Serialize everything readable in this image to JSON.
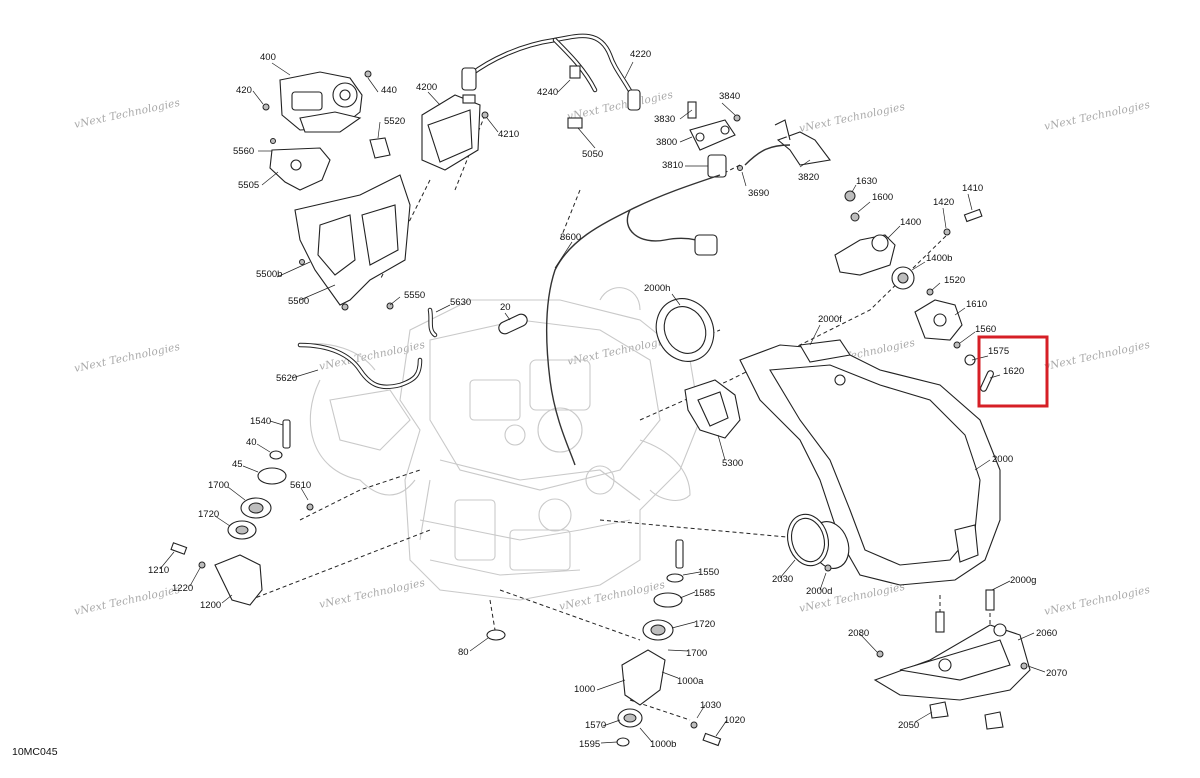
{
  "diagram": {
    "drawing_code": "10MC045",
    "watermark": "vNext Technologies",
    "highlight_color": "#d61f26",
    "callouts": [
      {
        "id": "400",
        "label": "400"
      },
      {
        "id": "420",
        "label": "420"
      },
      {
        "id": "440",
        "label": "440"
      },
      {
        "id": "5520",
        "label": "5520"
      },
      {
        "id": "5560",
        "label": "5560"
      },
      {
        "id": "5505",
        "label": "5505"
      },
      {
        "id": "5500b",
        "label": "5500b"
      },
      {
        "id": "5500",
        "label": "5500"
      },
      {
        "id": "5550",
        "label": "5550"
      },
      {
        "id": "4200",
        "label": "4200"
      },
      {
        "id": "4210",
        "label": "4210"
      },
      {
        "id": "4220",
        "label": "4220"
      },
      {
        "id": "4240",
        "label": "4240"
      },
      {
        "id": "5050",
        "label": "5050"
      },
      {
        "id": "3840",
        "label": "3840"
      },
      {
        "id": "3830",
        "label": "3830"
      },
      {
        "id": "3800",
        "label": "3800"
      },
      {
        "id": "3810",
        "label": "3810"
      },
      {
        "id": "3690",
        "label": "3690"
      },
      {
        "id": "3820",
        "label": "3820"
      },
      {
        "id": "1630",
        "label": "1630"
      },
      {
        "id": "1600",
        "label": "1600"
      },
      {
        "id": "1410",
        "label": "1410"
      },
      {
        "id": "1420",
        "label": "1420"
      },
      {
        "id": "1400",
        "label": "1400"
      },
      {
        "id": "1400b",
        "label": "1400b"
      },
      {
        "id": "1520",
        "label": "1520"
      },
      {
        "id": "1610",
        "label": "1610"
      },
      {
        "id": "1560",
        "label": "1560"
      },
      {
        "id": "1575",
        "label": "1575"
      },
      {
        "id": "1620",
        "label": "1620"
      },
      {
        "id": "3600",
        "label": "3600"
      },
      {
        "id": "2000h",
        "label": "2000h"
      },
      {
        "id": "2000f",
        "label": "2000f"
      },
      {
        "id": "5630",
        "label": "5630"
      },
      {
        "id": "20",
        "label": "20"
      },
      {
        "id": "5620",
        "label": "5620"
      },
      {
        "id": "5300",
        "label": "5300"
      },
      {
        "id": "2000",
        "label": "2000"
      },
      {
        "id": "1540",
        "label": "1540"
      },
      {
        "id": "40",
        "label": "40"
      },
      {
        "id": "45",
        "label": "45"
      },
      {
        "id": "5610",
        "label": "5610"
      },
      {
        "id": "1700",
        "label": "1700"
      },
      {
        "id": "1720",
        "label": "1720"
      },
      {
        "id": "1210",
        "label": "1210"
      },
      {
        "id": "1220",
        "label": "1220"
      },
      {
        "id": "1200",
        "label": "1200"
      },
      {
        "id": "2030",
        "label": "2030"
      },
      {
        "id": "2000d",
        "label": "2000d"
      },
      {
        "id": "2000g",
        "label": "2000g"
      },
      {
        "id": "1550",
        "label": "1550"
      },
      {
        "id": "1585",
        "label": "1585"
      },
      {
        "id": "1720b",
        "label": "1720"
      },
      {
        "id": "1700b",
        "label": "1700"
      },
      {
        "id": "80",
        "label": "80"
      },
      {
        "id": "1000",
        "label": "1000"
      },
      {
        "id": "1000a",
        "label": "1000a"
      },
      {
        "id": "1030",
        "label": "1030"
      },
      {
        "id": "1020",
        "label": "1020"
      },
      {
        "id": "1570",
        "label": "1570"
      },
      {
        "id": "1595",
        "label": "1595"
      },
      {
        "id": "1000b",
        "label": "1000b"
      },
      {
        "id": "2080",
        "label": "2080"
      },
      {
        "id": "2060",
        "label": "2060"
      },
      {
        "id": "2070",
        "label": "2070"
      },
      {
        "id": "2050",
        "label": "2050"
      }
    ]
  }
}
